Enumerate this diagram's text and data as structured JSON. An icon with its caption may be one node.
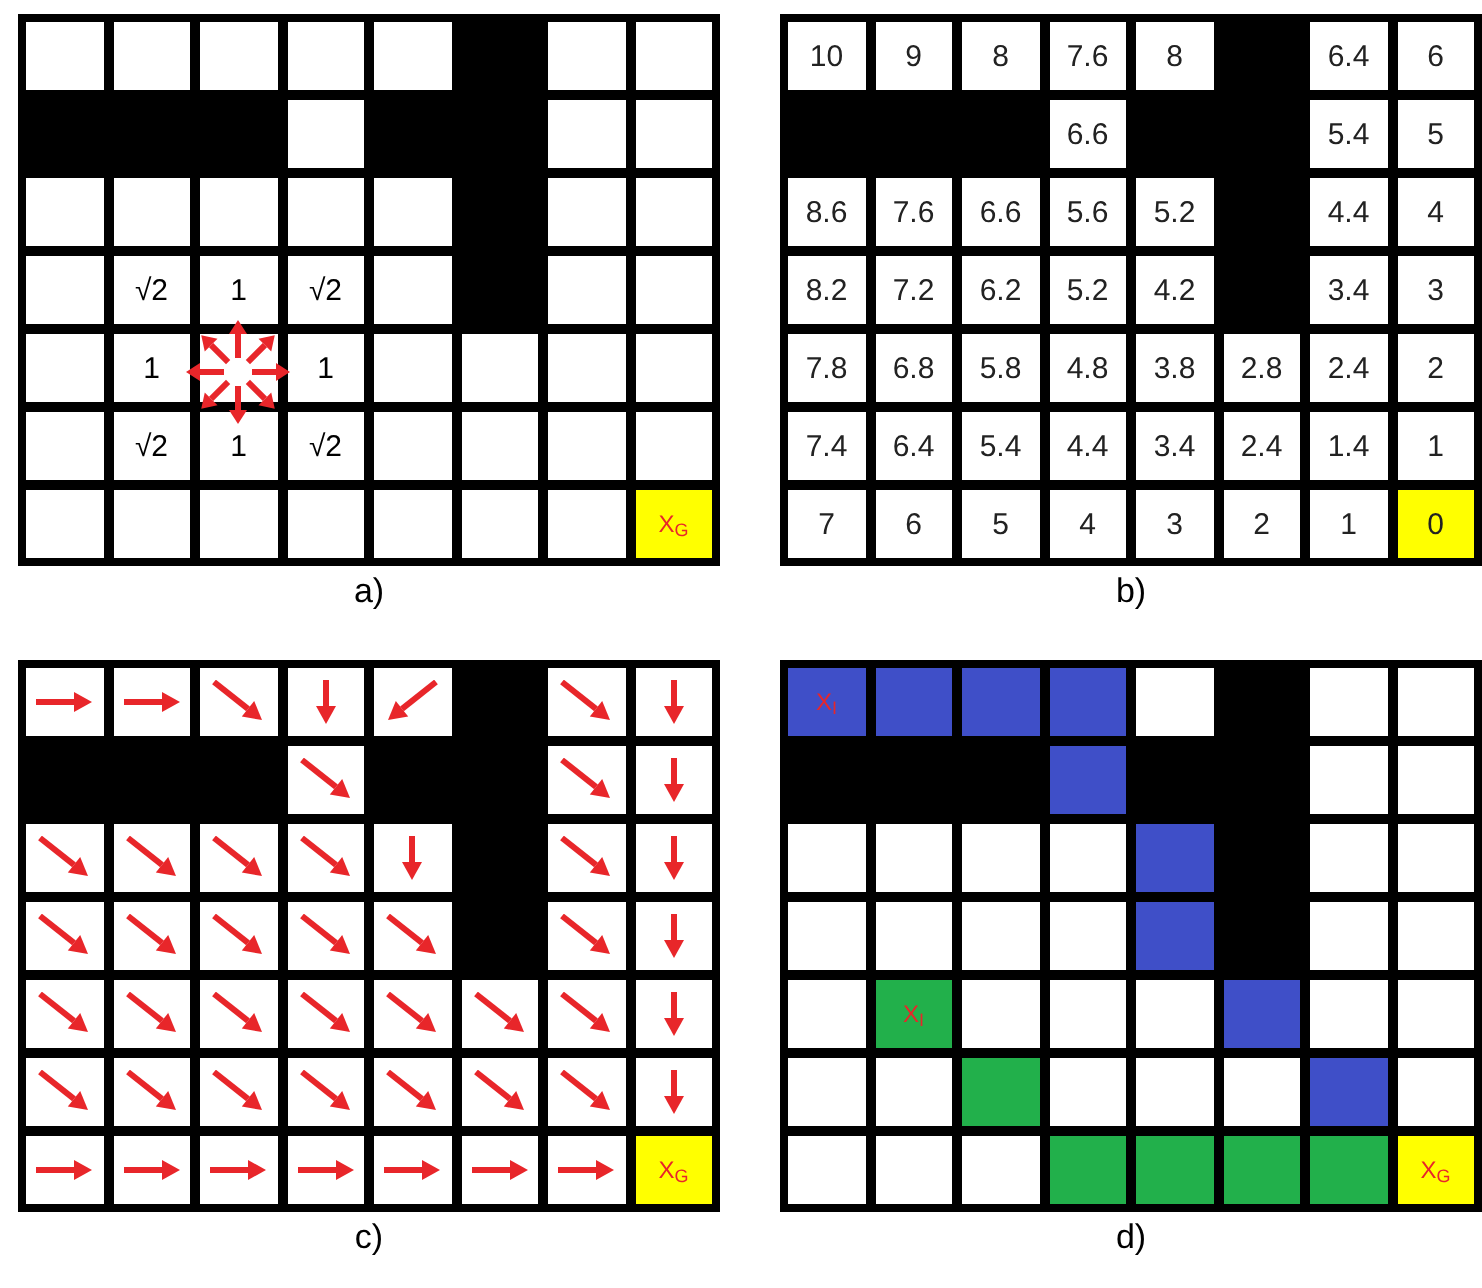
{
  "diagram": {
    "labels": [
      "√2",
      "1",
      "√2",
      "1",
      "1",
      "√2",
      "1",
      "√2",
      "X$_{G}$",
      "10",
      "9",
      "8",
      "7.6",
      "8",
      "6.4",
      "6",
      "6.6",
      "5.4",
      "5",
      "8.6",
      "7.6",
      "6.6",
      "5.6",
      "5.2",
      "4.4",
      "4",
      "8.2",
      "7.2",
      "6.2",
      "5.2",
      "4.2",
      "3.4",
      "3",
      "7.8",
      "6.8",
      "5.8",
      "4.8",
      "3.8",
      "2.8",
      "2.4",
      "2",
      "7.4",
      "6.4",
      "5.4",
      "4.4",
      "3.4",
      "2.4",
      "1.4",
      "1",
      "7",
      "6",
      "5",
      "4",
      "3",
      "2",
      "1",
      "0",
      "a)",
      "b)",
      "X$_{G}$",
      "X$_{I}$",
      "X$_{I}$",
      "X$_{G}$",
      "c)",
      "d)"
    ]
  }
}
